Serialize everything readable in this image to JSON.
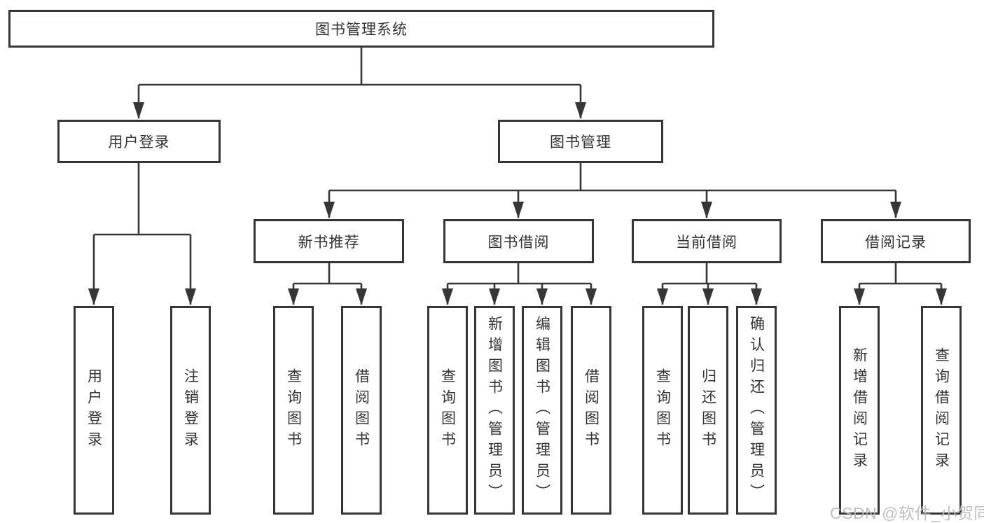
{
  "colors": {
    "line": "#363636",
    "box_border": "#363636",
    "text": "#333333",
    "background": "#ffffff",
    "watermark": "#b9b9b9"
  },
  "watermark": "CSDN @软件_小贺同学",
  "tree": {
    "label": "图书管理系统",
    "children": [
      {
        "label": "用户登录",
        "children": [
          {
            "label": "用户登录"
          },
          {
            "label": "注销登录"
          }
        ]
      },
      {
        "label": "图书管理",
        "children": [
          {
            "label": "新书推荐",
            "children": [
              {
                "label": "查询图书"
              },
              {
                "label": "借阅图书"
              }
            ]
          },
          {
            "label": "图书借阅",
            "children": [
              {
                "label": "查询图书"
              },
              {
                "label": "新增图书（管理员）"
              },
              {
                "label": "编辑图书（管理员）"
              },
              {
                "label": "借阅图书"
              }
            ]
          },
          {
            "label": "当前借阅",
            "children": [
              {
                "label": "查询图书"
              },
              {
                "label": "归还图书"
              },
              {
                "label": "确认归还（管理员）"
              }
            ]
          },
          {
            "label": "借阅记录",
            "children": [
              {
                "label": "新增借阅记录"
              },
              {
                "label": "查询借阅记录"
              }
            ]
          }
        ]
      }
    ]
  }
}
